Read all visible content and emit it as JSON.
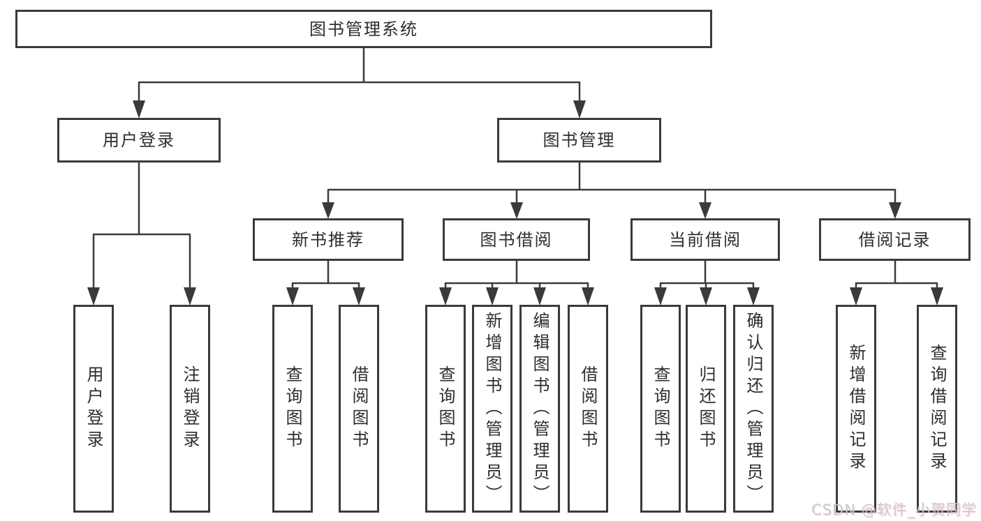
{
  "nodes": {
    "root": "图书管理系统",
    "level2": [
      "用户登录",
      "图书管理"
    ],
    "level3": [
      "新书推荐",
      "图书借阅",
      "当前借阅",
      "借阅记录"
    ],
    "leaves": {
      "user_login": [
        "用户登录",
        "注销登录"
      ],
      "new_book_recommend": [
        "查询图书",
        "借阅图书"
      ],
      "book_borrow": [
        "查询图书",
        "新增图书（管理员）",
        "编辑图书（管理员）",
        "借阅图书"
      ],
      "current_borrow": [
        "查询图书",
        "归还图书",
        "确认归还（管理员）"
      ],
      "borrow_records": [
        "新增借阅记录",
        "查询借阅记录"
      ]
    }
  },
  "watermark": "CSDN @软件_小贺同学",
  "colors": {
    "line": "#3a3a3a",
    "text": "#2d2d2d",
    "box_background": "#ffffff",
    "watermark": "#c6c6c6"
  }
}
